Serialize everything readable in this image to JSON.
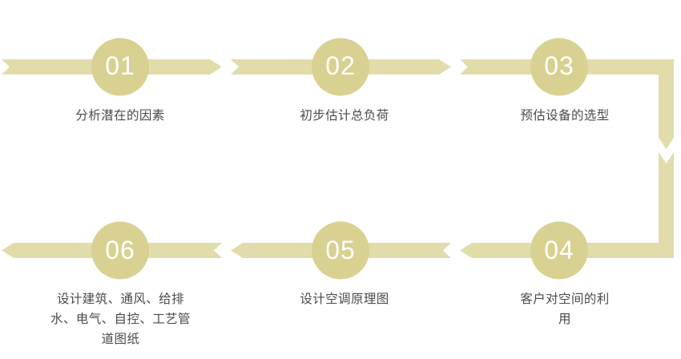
{
  "diagram": {
    "title": "",
    "colors": {
      "band": "#e2dcab",
      "circle": "#d9d191",
      "number_text": "#ffffff",
      "label_text": "#4a4a4a",
      "background": "#ffffff"
    },
    "layout": {
      "type": "snake-flow",
      "rows": 2,
      "columns": 3,
      "top_row_direction": "left-to-right",
      "bottom_row_direction": "right-to-left"
    },
    "steps": [
      {
        "number": "01",
        "label": "分析潜在的因素",
        "row": "top",
        "column": 1
      },
      {
        "number": "02",
        "label": "初步估计总负荷",
        "row": "top",
        "column": 2
      },
      {
        "number": "03",
        "label": "预估设备的选型",
        "row": "top",
        "column": 3
      },
      {
        "number": "04",
        "label": "客户对空间的利\n用",
        "row": "bottom",
        "column": 3
      },
      {
        "number": "05",
        "label": "设计空调原理图",
        "row": "bottom",
        "column": 2
      },
      {
        "number": "06",
        "label": "设计建筑、通风、给排\n水、电气、自控、工艺管\n道图纸",
        "row": "bottom",
        "column": 1
      }
    ],
    "connector": {
      "name": "right-side-down-connector",
      "direction": "down",
      "arrowheads": 2
    }
  }
}
